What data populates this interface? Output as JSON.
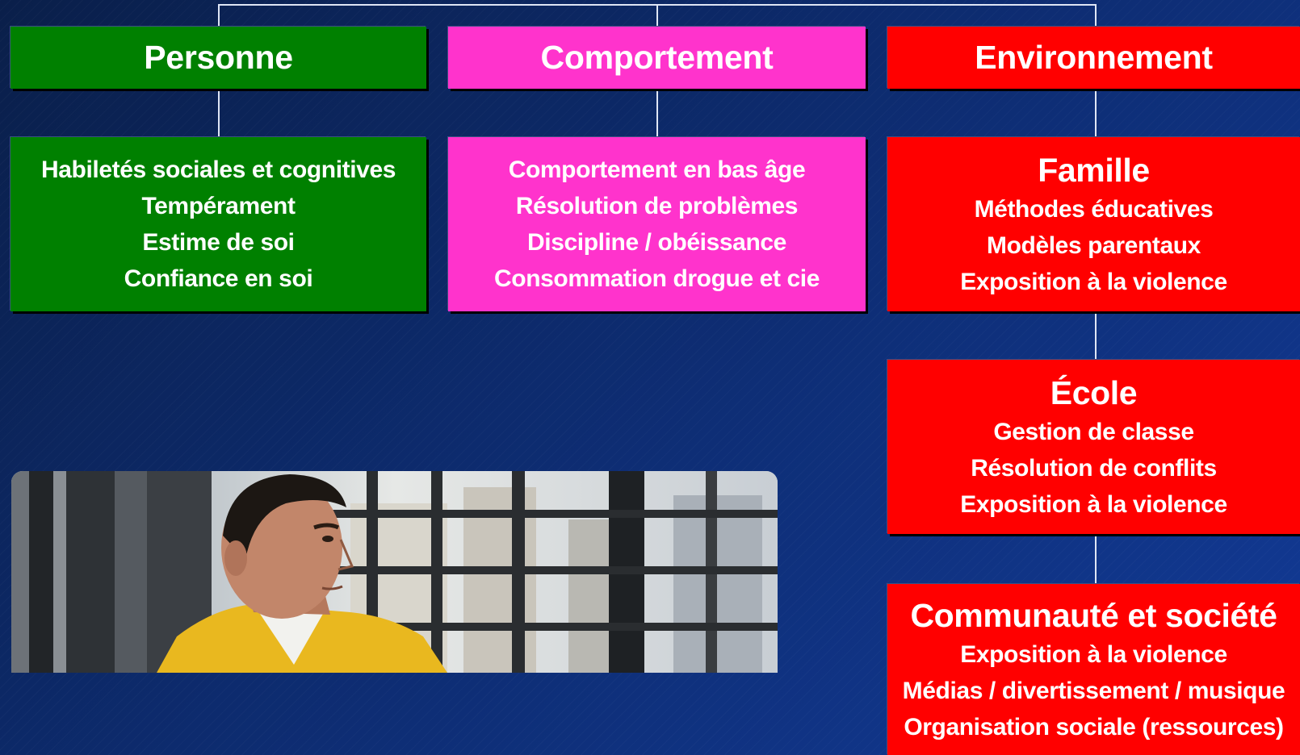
{
  "colors": {
    "person": "#008000",
    "behaviour": "#ff33cc",
    "environment": "#ff0000",
    "connector": "#dfe6f5"
  },
  "columns": [
    {
      "header": "Personne",
      "items": [
        "Habiletés sociales et cognitives",
        "Tempérament",
        "Estime de soi",
        "Confiance en soi"
      ]
    },
    {
      "header": "Comportement",
      "items": [
        "Comportement en bas âge",
        "Résolution de problèmes",
        "Discipline / obéissance",
        "Consommation drogue et cie"
      ]
    },
    {
      "header": "Environnement",
      "groups": [
        {
          "title": "Famille",
          "items": [
            "Méthodes éducatives",
            "Modèles parentaux",
            "Exposition à la violence"
          ]
        },
        {
          "title": "École",
          "items": [
            "Gestion de classe",
            "Résolution de conflits",
            "Exposition à la violence"
          ]
        },
        {
          "title": "Communauté et société",
          "items": [
            "Exposition à la violence",
            "Médias / divertissement / musique",
            "Organisation sociale (ressources)"
          ]
        }
      ]
    }
  ],
  "photo": {
    "subject": "teenager-looking-out-window"
  }
}
